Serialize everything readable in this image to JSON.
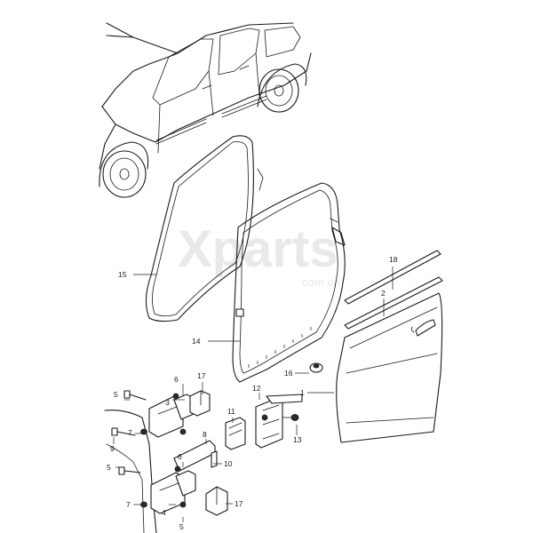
{
  "watermark": {
    "brand": "Xparts",
    "domain": "com.ua"
  },
  "callouts": {
    "c1": "1",
    "c2": "2",
    "c3": "3",
    "c4": "4",
    "c5a": "5",
    "c5b": "5",
    "c5c": "5",
    "c6a": "6",
    "c6b": "6",
    "c7a": "7",
    "c7b": "7",
    "c8": "8",
    "c9": "9",
    "c10": "10",
    "c11": "11",
    "c12": "12",
    "c13": "13",
    "c14": "14",
    "c15": "15",
    "c16": "16",
    "c17a": "17",
    "c17b": "17",
    "c18": "18"
  }
}
